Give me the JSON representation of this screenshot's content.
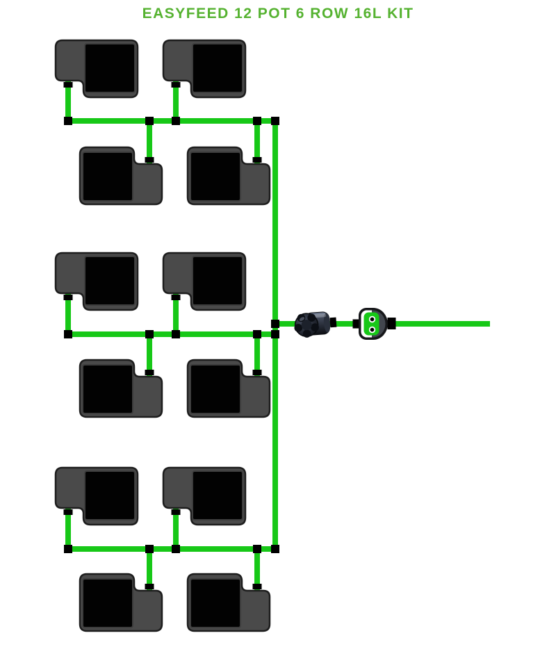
{
  "header": {
    "title": "EASYFEED 12 POT 6 ROW 16L KIT"
  },
  "kit": {
    "brand": "EASYFEED",
    "pot_count": 12,
    "row_count": 6,
    "pot_volume": "16L",
    "pots_per_row": 2,
    "row_pairs_per_manifold_line": 2,
    "manifold_line_count": 3
  },
  "components": {
    "pot": "16L pot with feed tray and black top",
    "tube": "green feed tubing",
    "tee": "black tee junction connector",
    "inlet": "black pot inlet connector",
    "inline_valve": "dark inline tap valve",
    "splitter_valve": "green two-outlet splitter valve"
  },
  "theme": {
    "tube_green": "#17c817",
    "title_green": "#55b230",
    "pot_body": "#4a4a4a",
    "pot_border": "#1d1d1d",
    "pot_top": "#020202",
    "pot_top_border": "#3d3d3d",
    "connector_black": "#000000",
    "fitting_dark": "#42464e",
    "background": "#ffffff"
  }
}
